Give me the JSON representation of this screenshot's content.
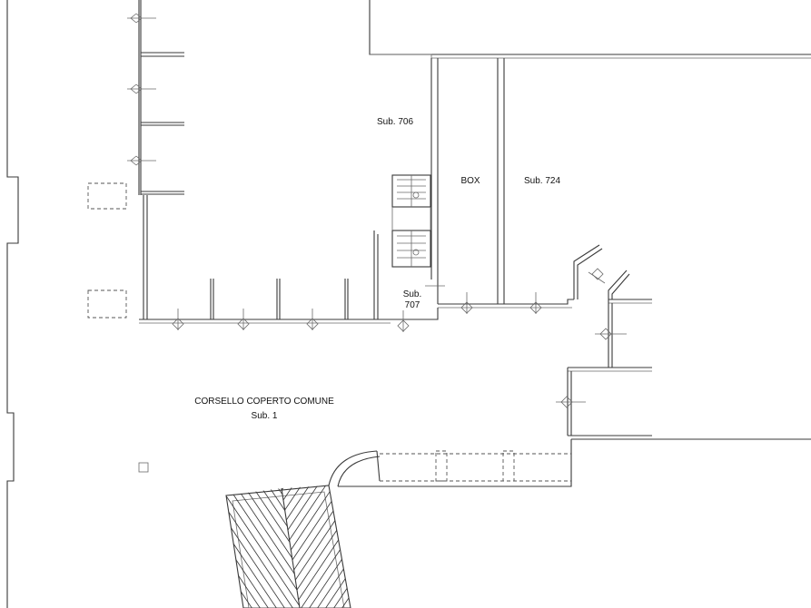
{
  "labels": {
    "sub_706": "Sub. 706",
    "box": "BOX",
    "sub_724": "Sub. 724",
    "sub_707_line1": "Sub.",
    "sub_707_line2": "707",
    "corridor_line1": "CORSELLO COPERTO COMUNE",
    "corridor_line2": "Sub. 1"
  },
  "colors": {
    "background": "#ffffff",
    "line": "#3a3a3a"
  }
}
